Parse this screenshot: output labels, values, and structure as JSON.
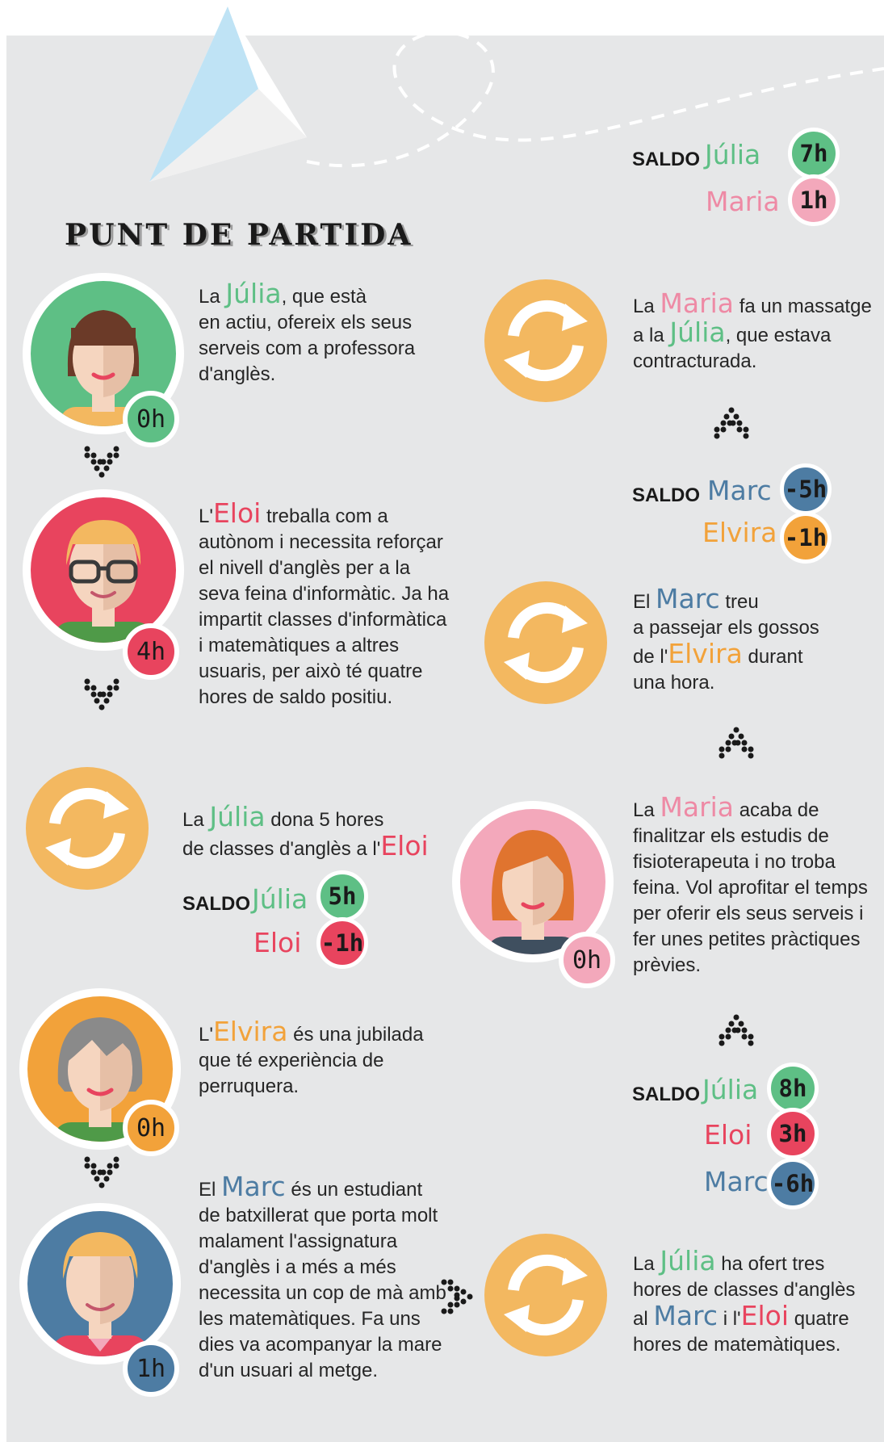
{
  "title": "PUNT DE PARTIDA",
  "saldo_label": "SALDO",
  "colors": {
    "background": "#e6e7e8",
    "julia": "#5ebf85",
    "maria": "#ee8aa5",
    "eloi": "#e8445e",
    "elvira": "#f2a23a",
    "marc": "#4d7ca3"
  },
  "names": {
    "julia": "Júlia",
    "maria": "Maria",
    "eloi": "Eloi",
    "elvira": "Elvira",
    "marc": "Marc"
  },
  "top_saldo": {
    "julia_hours": "7h",
    "maria_hours": "1h"
  },
  "left": {
    "julia": {
      "hours": "0h",
      "pre": "La ",
      "post": ", que està",
      "rest": "en actiu, ofereix els seus serveis com a professora d'anglès."
    },
    "eloi": {
      "hours": "4h",
      "pre": "L'",
      "post": " treballa com a",
      "rest": "autònom i necessita reforçar el nivell d'anglès per a la seva feina d'informàtic. Ja ha impartit classes d'informàtica i matemàtiques a altres usuaris, per això té quatre hores de saldo positiu."
    },
    "exchange": {
      "pre": "La ",
      "mid": " dona 5 hores",
      "line2": "de classes d'anglès a l'",
      "julia_hours": "5h",
      "eloi_hours": "-1h"
    },
    "elvira": {
      "hours": "0h",
      "pre": "L'",
      "post": " és una jubilada",
      "rest": "que té experiència de perruquera."
    },
    "marc": {
      "hours": "1h",
      "pre": "El ",
      "post": " és un estudiant",
      "rest": "de batxillerat que porta molt malament l'assignatura d'anglès i a més a més necessita un cop de mà amb les matemàtiques. Fa uns dies va acompanyar la mare d'un usuari al metge."
    }
  },
  "right": {
    "massage": {
      "pre": "La ",
      "mid": " fa un massatge",
      "line2_pre": "a la ",
      "line2_post": ", que estava",
      "line3": "contracturada."
    },
    "saldo2": {
      "marc_hours": "-5h",
      "elvira_hours": "-1h"
    },
    "dogs": {
      "pre": "El ",
      "post": " treu",
      "line2": "a passejar els gossos",
      "line3_pre": "de l'",
      "line3_post": " durant",
      "line4": "una hora."
    },
    "maria": {
      "hours": "0h",
      "pre": "La ",
      "post": " acaba de",
      "rest": "finalitzar els estudis de fisioterapeuta i no troba feina. Vol aprofitar el temps per oferir els seus serveis i fer unes petites pràctiques prèvies."
    },
    "saldo3": {
      "julia_hours": "8h",
      "eloi_hours": "3h",
      "marc_hours": "-6h"
    },
    "final": {
      "pre": "La ",
      "post": " ha ofert tres",
      "line2": "hores de classes d'anglès",
      "line3_pre": "al ",
      "line3_mid": " i l'",
      "line3_post": " quatre",
      "line4": "hores de matemàtiques."
    }
  }
}
